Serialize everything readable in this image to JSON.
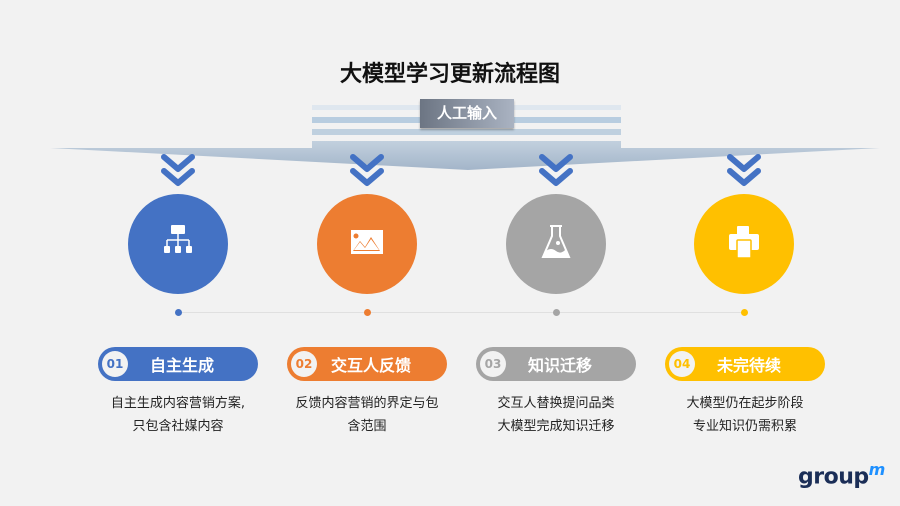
{
  "title": "大模型学习更新流程图",
  "input_label": "人工输入",
  "steps": [
    {
      "num": "01",
      "label": "自主生成",
      "desc": [
        "自主生成内容营销方案,",
        "只包含社媒内容"
      ],
      "color": "#4472c4",
      "icon": "sitemap-icon"
    },
    {
      "num": "02",
      "label": "交互人反馈",
      "desc": [
        "反馈内容营销的界定与包",
        "含范围"
      ],
      "color": "#ed7d31",
      "icon": "image-icon"
    },
    {
      "num": "03",
      "label": "知识迁移",
      "desc": [
        "交互人替换提问品类",
        "大模型完成知识迁移"
      ],
      "color": "#a5a5a5",
      "icon": "flask-icon"
    },
    {
      "num": "04",
      "label": "未完待续",
      "desc": [
        "大模型仍在起步阶段",
        "专业知识仍需积累"
      ],
      "color": "#ffc000",
      "icon": "printer-icon"
    }
  ],
  "logo": {
    "text": "group",
    "sup": "m"
  }
}
